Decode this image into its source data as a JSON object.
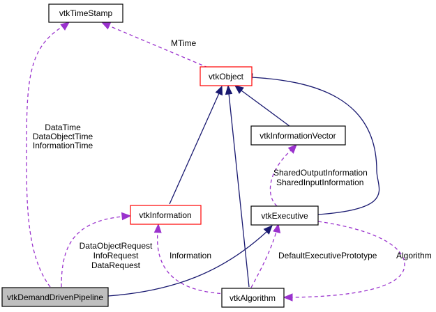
{
  "nodes": {
    "timestamp": "vtkTimeStamp",
    "object": "vtkObject",
    "information_vector": "vtkInformationVector",
    "information": "vtkInformation",
    "executive": "vtkExecutive",
    "pipeline": "vtkDemandDrivenPipeline",
    "algorithm": "vtkAlgorithm"
  },
  "edge_labels": {
    "mtime": "MTime",
    "time_1": "DataTime",
    "time_2": "DataObjectTime",
    "time_3": "InformationTime",
    "shared_1": "SharedOutputInformation",
    "shared_2": "SharedInputInformation",
    "request_1": "DataObjectRequest",
    "request_2": "InfoRequest",
    "request_3": "DataRequest",
    "information": "Information",
    "default_exec": "DefaultExecutivePrototype",
    "algorithm": "Algorithm"
  },
  "colors": {
    "inheritance_edge": "#191970",
    "usage_edge": "#9a32cd",
    "highlight_border": "#ff0000",
    "normal_border": "#000000",
    "selected_fill": "#bfbfbf"
  }
}
